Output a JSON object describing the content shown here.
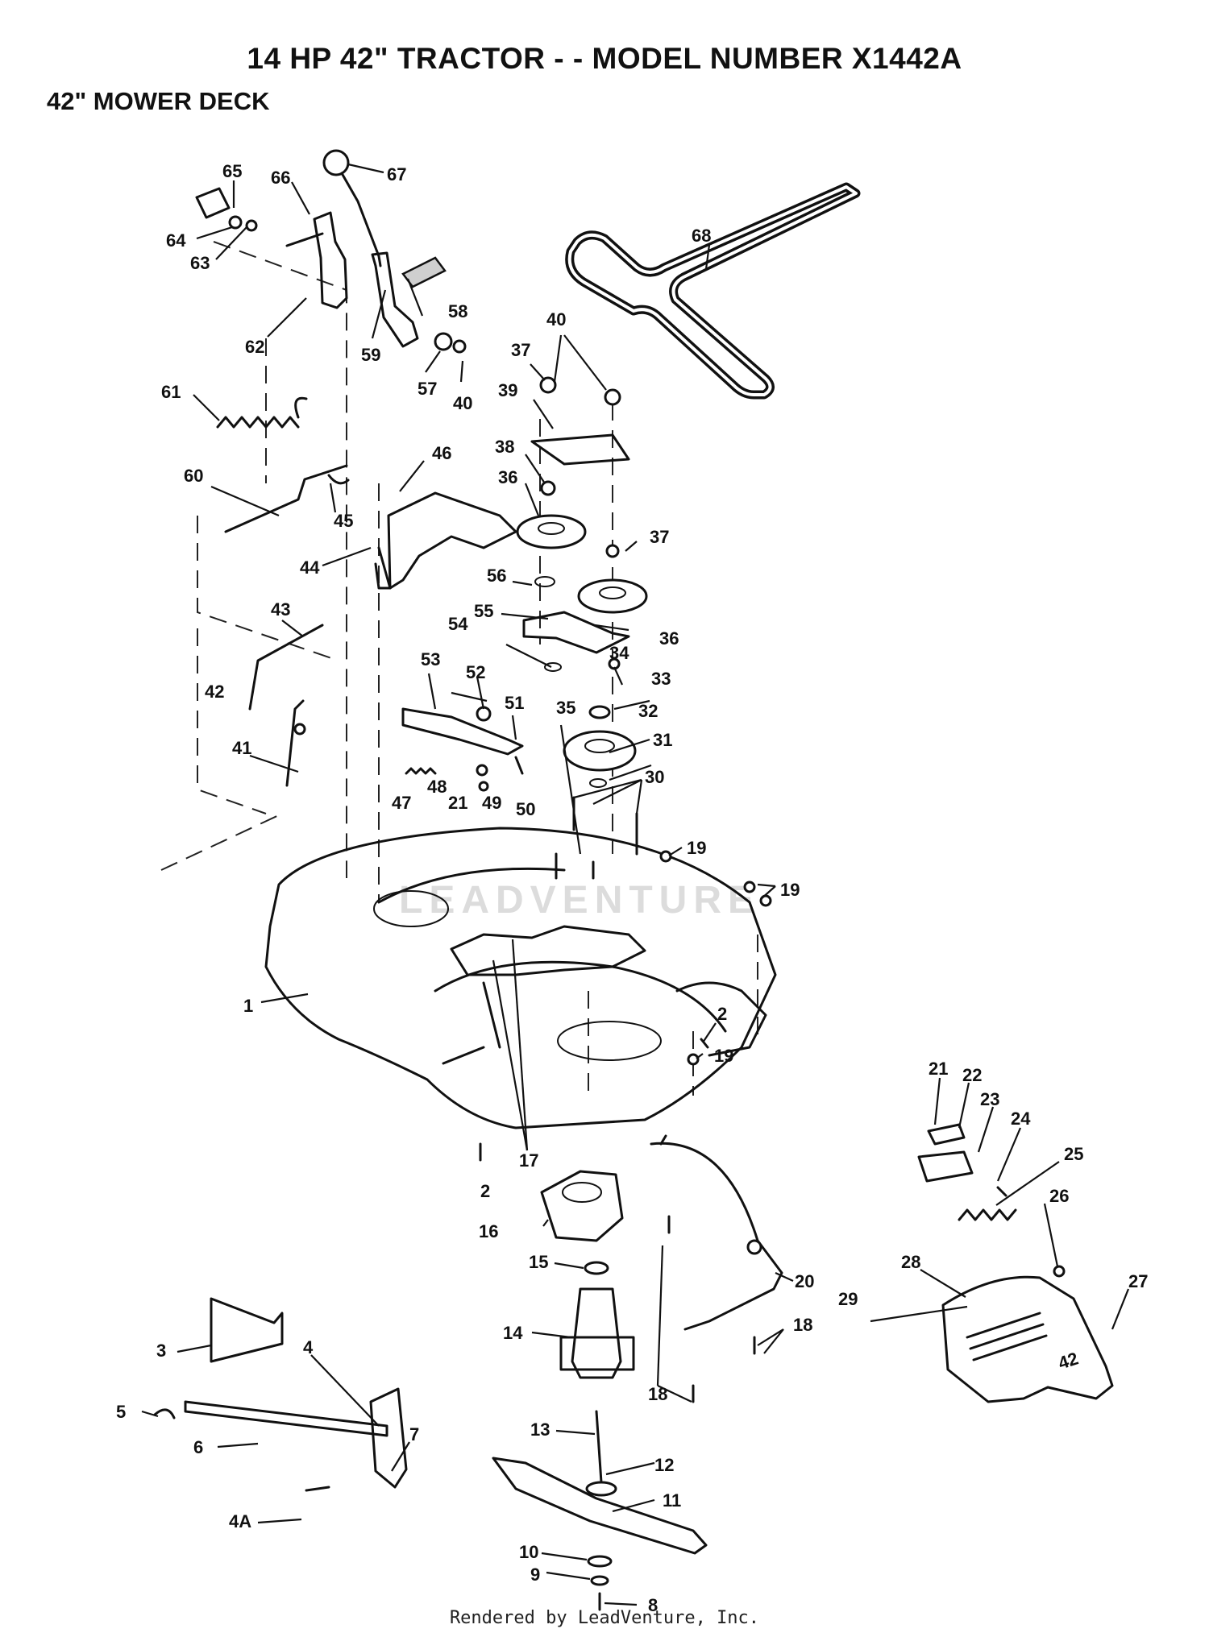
{
  "header": {
    "title": "14 HP 42\" TRACTOR - - MODEL NUMBER X1442A",
    "subtitle": "42\" MOWER DECK"
  },
  "footer": {
    "credit": "Rendered by LeadVenture, Inc."
  },
  "watermark": {
    "text": "LEADVENTURE"
  },
  "deck_decal": {
    "text": "42"
  },
  "callouts": [
    {
      "id": "c65",
      "text": "65"
    },
    {
      "id": "c66",
      "text": "66"
    },
    {
      "id": "c67",
      "text": "67"
    },
    {
      "id": "c64",
      "text": "64"
    },
    {
      "id": "c63",
      "text": "63"
    },
    {
      "id": "c62",
      "text": "62"
    },
    {
      "id": "c59",
      "text": "59"
    },
    {
      "id": "c58",
      "text": "58"
    },
    {
      "id": "c57",
      "text": "57"
    },
    {
      "id": "c40a",
      "text": "40"
    },
    {
      "id": "c68",
      "text": "68"
    },
    {
      "id": "c40b",
      "text": "40"
    },
    {
      "id": "c37a",
      "text": "37"
    },
    {
      "id": "c39",
      "text": "39"
    },
    {
      "id": "c61",
      "text": "61"
    },
    {
      "id": "c46",
      "text": "46"
    },
    {
      "id": "c38",
      "text": "38"
    },
    {
      "id": "c36a",
      "text": "36"
    },
    {
      "id": "c60",
      "text": "60"
    },
    {
      "id": "c45",
      "text": "45"
    },
    {
      "id": "c37b",
      "text": "37"
    },
    {
      "id": "c44",
      "text": "44"
    },
    {
      "id": "c56",
      "text": "56"
    },
    {
      "id": "c55",
      "text": "55"
    },
    {
      "id": "c36b",
      "text": "36"
    },
    {
      "id": "c43",
      "text": "43"
    },
    {
      "id": "c54",
      "text": "54"
    },
    {
      "id": "c34",
      "text": "34"
    },
    {
      "id": "c53",
      "text": "53"
    },
    {
      "id": "c52",
      "text": "52"
    },
    {
      "id": "c33",
      "text": "33"
    },
    {
      "id": "c42",
      "text": "42"
    },
    {
      "id": "c51",
      "text": "51"
    },
    {
      "id": "c35",
      "text": "35"
    },
    {
      "id": "c32",
      "text": "32"
    },
    {
      "id": "c41",
      "text": "41"
    },
    {
      "id": "c31",
      "text": "31"
    },
    {
      "id": "c48",
      "text": "48"
    },
    {
      "id": "c30",
      "text": "30"
    },
    {
      "id": "c47",
      "text": "47"
    },
    {
      "id": "c21a",
      "text": "21"
    },
    {
      "id": "c49",
      "text": "49"
    },
    {
      "id": "c50",
      "text": "50"
    },
    {
      "id": "c19a",
      "text": "19"
    },
    {
      "id": "c19b",
      "text": "19"
    },
    {
      "id": "c1",
      "text": "1"
    },
    {
      "id": "c2a",
      "text": "2"
    },
    {
      "id": "c19c",
      "text": "19"
    },
    {
      "id": "c21b",
      "text": "21"
    },
    {
      "id": "c22",
      "text": "22"
    },
    {
      "id": "c23",
      "text": "23"
    },
    {
      "id": "c24",
      "text": "24"
    },
    {
      "id": "c25",
      "text": "25"
    },
    {
      "id": "c17",
      "text": "17"
    },
    {
      "id": "c2b",
      "text": "2"
    },
    {
      "id": "c26",
      "text": "26"
    },
    {
      "id": "c16",
      "text": "16"
    },
    {
      "id": "c27",
      "text": "27"
    },
    {
      "id": "c28",
      "text": "28"
    },
    {
      "id": "c15",
      "text": "15"
    },
    {
      "id": "c20",
      "text": "20"
    },
    {
      "id": "c29",
      "text": "29"
    },
    {
      "id": "c14",
      "text": "14"
    },
    {
      "id": "c18a",
      "text": "18"
    },
    {
      "id": "c3",
      "text": "3"
    },
    {
      "id": "c4",
      "text": "4"
    },
    {
      "id": "c18b",
      "text": "18"
    },
    {
      "id": "c5",
      "text": "5"
    },
    {
      "id": "c7",
      "text": "7"
    },
    {
      "id": "c13",
      "text": "13"
    },
    {
      "id": "c6",
      "text": "6"
    },
    {
      "id": "c12",
      "text": "12"
    },
    {
      "id": "c4A",
      "text": "4A"
    },
    {
      "id": "c11",
      "text": "11"
    },
    {
      "id": "c10",
      "text": "10"
    },
    {
      "id": "c9",
      "text": "9"
    },
    {
      "id": "c8",
      "text": "8"
    }
  ]
}
